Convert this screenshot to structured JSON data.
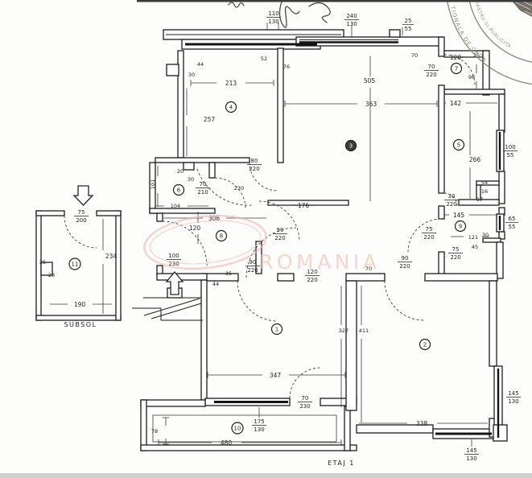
{
  "plan": {
    "floor_label": "ETAJ 1",
    "basement_label": "SUBSOL",
    "watermark_text": "ROMANIA",
    "stamp_outer_text": "TIONALA DE CADA",
    "stamp_inner_text": "DASTRU SI PUBLICITA",
    "rooms": {
      "r1": "1",
      "r2": "2",
      "r3": "3",
      "r4": "4",
      "r5": "5",
      "r6": "6",
      "r7": "7",
      "r8": "8",
      "r9": "9",
      "r10": "10",
      "r11": "11"
    },
    "dims": {
      "d213": "213",
      "d257": "257",
      "d505": "505",
      "d363": "363",
      "d142": "142",
      "d266": "266",
      "d120_room7": "120",
      "d98": "98",
      "d145_room9": "145",
      "d121": "121",
      "d306": "306",
      "d120_hall": "120",
      "d176": "176",
      "d104": "104",
      "d101": "101",
      "d347": "347",
      "d327": "327",
      "d411": "411",
      "d338": "338",
      "d480": "480",
      "d78": "78",
      "d190": "190",
      "d234": "234",
      "d230": "230"
    },
    "small": {
      "n44_a": "44",
      "n30_a": "30",
      "n52": "52",
      "n76": "76",
      "n25_a": "25",
      "n70_a": "70",
      "n20": "20",
      "n30_b": "30",
      "n54": "54",
      "n16": "16",
      "n17": "17",
      "n25_b": "25",
      "n28": "28",
      "n35": "35",
      "n44_b": "44",
      "n70_b": "70",
      "n30_c": "30",
      "n45": "45"
    },
    "fr": {
      "win110_130": {
        "w": "110",
        "h": "130"
      },
      "win240_130": {
        "w": "240",
        "h": "130"
      },
      "step25_55": {
        "w": "25",
        "h": "55"
      },
      "door70_220": {
        "w": "70",
        "h": "220"
      },
      "win100_55": {
        "w": "100",
        "h": "55"
      },
      "door30_220": {
        "w": "30",
        "h": "220"
      },
      "door75_220_a": {
        "w": "75",
        "h": "220"
      },
      "door75_220_b": {
        "w": "75",
        "h": "220"
      },
      "win65_55": {
        "w": "65",
        "h": "55"
      },
      "door90_220_a": {
        "w": "90",
        "h": "220"
      },
      "door90_220_b": {
        "w": "90",
        "h": "220"
      },
      "door90_220_c": {
        "w": "90",
        "h": "220"
      },
      "door120_220": {
        "w": "120",
        "h": "220"
      },
      "door80_220": {
        "w": "80",
        "h": "220"
      },
      "door70_210": {
        "w": "70",
        "h": "210"
      },
      "door100_230": {
        "w": "100",
        "h": "230"
      },
      "door70_230": {
        "w": "70",
        "h": "230"
      },
      "win175_130": {
        "w": "175",
        "h": "130"
      },
      "win145_130_b": {
        "w": "145",
        "h": "130"
      },
      "win145_130_r": {
        "w": "145",
        "h": "130"
      },
      "door75_200": {
        "w": "75",
        "h": "200"
      }
    }
  }
}
